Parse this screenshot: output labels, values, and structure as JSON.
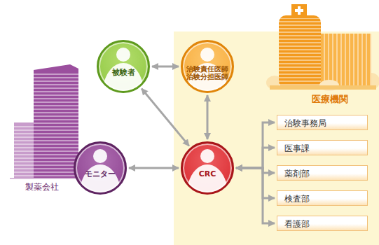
{
  "diagram": {
    "nodes": [
      {
        "text": [
          "被験者"
        ]
      },
      {
        "text": [
          "医療機関"
        ]
      },
      {
        "text": [
          "治験責任医師 治験分担医師"
        ],
        "in": 1
      },
      {
        "text": [
          "モニター"
        ]
      },
      {
        "text": [
          "CRC"
        ],
        "in": 1
      },
      {
        "text": [
          "治験事務局"
        ],
        "in": 1
      },
      {
        "text": [
          "医事課"
        ],
        "in": 1
      },
      {
        "text": [
          "薬剤部"
        ],
        "in": 1
      },
      {
        "text": [
          "検査部"
        ],
        "in": 1
      },
      {
        "text": [
          "看護部"
        ],
        "in": 1
      }
    ],
    "edges": [
      {
        "from": 0,
        "to": 2,
        "arrow": "both"
      },
      {
        "from": 0,
        "to": 4,
        "arrow": "both"
      },
      {
        "from": 2,
        "to": 4,
        "arrow": "both"
      },
      {
        "from": 3,
        "to": 4,
        "arrow": "both"
      },
      {
        "from": 4,
        "to": 5,
        "arrow": "both"
      },
      {
        "from": 4,
        "to": 6,
        "arrow": "both"
      },
      {
        "from": 4,
        "to": 7,
        "arrow": "both"
      },
      {
        "from": 4,
        "to": 8,
        "arrow": "both"
      },
      {
        "from": 4,
        "to": 9,
        "arrow": "both"
      }
    ],
    "labels": [
      "製薬会社"
    ]
  }
}
